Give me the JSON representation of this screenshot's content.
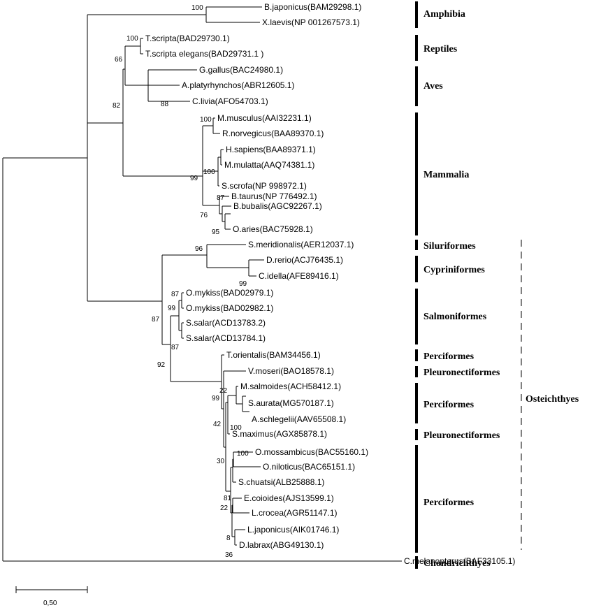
{
  "taxa": [
    {
      "id": "bjap",
      "label": "B.japonicus(BAM29298.1)"
    },
    {
      "id": "xlae",
      "label": "X.laevis(NP 001267573.1)"
    },
    {
      "id": "tscr",
      "label": "T.scripta(BAD29730.1)"
    },
    {
      "id": "tsce",
      "label": "T.scripta elegans(BAD29731.1 )"
    },
    {
      "id": "ggal",
      "label": "G.gallus(BAC24980.1)"
    },
    {
      "id": "apla",
      "label": "A.platyrhynchos(ABR12605.1)"
    },
    {
      "id": "cliv",
      "label": "C.livia(AFO54703.1)"
    },
    {
      "id": "mmus",
      "label": "M.musculus(AAI32231.1)"
    },
    {
      "id": "rnor",
      "label": "R.norvegicus(BAA89370.1)"
    },
    {
      "id": "hsap",
      "label": "H.sapiens(BAA89371.1)"
    },
    {
      "id": "mmul",
      "label": "M.mulatta(AAQ74381.1)"
    },
    {
      "id": "sscr",
      "label": "S.scrofa(NP 998972.1)"
    },
    {
      "id": "btau",
      "label": "B.taurus(NP 776492.1)"
    },
    {
      "id": "bbub",
      "label": "B.bubalis(AGC92267.1)"
    },
    {
      "id": "oari",
      "label": "O.aries(BAC75928.1)"
    },
    {
      "id": "smer",
      "label": "S.meridionalis(AER12037.1)"
    },
    {
      "id": "drer",
      "label": "D.rerio(ACJ76435.1)"
    },
    {
      "id": "cide",
      "label": "C.idella(AFE89416.1)"
    },
    {
      "id": "omy1",
      "label": "O.mykiss(BAD02979.1)"
    },
    {
      "id": "omy2",
      "label": "O.mykiss(BAD02982.1)"
    },
    {
      "id": "ssa1",
      "label": "S.salar(ACD13783.2)"
    },
    {
      "id": "ssa2",
      "label": "S.salar(ACD13784.1)"
    },
    {
      "id": "tori",
      "label": "T.orientalis(BAM34456.1)"
    },
    {
      "id": "vmos",
      "label": "V.moseri(BAO18578.1)"
    },
    {
      "id": "msal",
      "label": "M.salmoides(ACH58412.1)"
    },
    {
      "id": "saur",
      "label": "S.aurata(MG570187.1)"
    },
    {
      "id": "asch",
      "label": "A.schlegelii(AAV65508.1)"
    },
    {
      "id": "smax",
      "label": "S.maximus(AGX85878.1)"
    },
    {
      "id": "omos",
      "label": "O.mossambicus(BAC55160.1)"
    },
    {
      "id": "onil",
      "label": "O.niloticus(BAC65151.1)"
    },
    {
      "id": "schu",
      "label": "S.chuatsi(ALB25888.1)"
    },
    {
      "id": "ecoi",
      "label": "E.coioides(AJS13599.1)"
    },
    {
      "id": "lcro",
      "label": "L.crocea(AGR51147.1)"
    },
    {
      "id": "ljap",
      "label": "L.japonicus(AIK01746.1)"
    },
    {
      "id": "dlab",
      "label": "D.labrax(ABG49130.1)"
    },
    {
      "id": "cmel",
      "label": "C.melanopterus(BAF33105.1)"
    }
  ],
  "bootstrap": {
    "amphibia": "100",
    "tscripta": "100",
    "reptiles_aves": "66",
    "aves_inner": "88",
    "tetrapods_inner": "82",
    "mouse_rat": "100",
    "primates": "100",
    "mammal_inner": "99",
    "bovids": "87",
    "bubalis": "76",
    "ovis": "95",
    "siluriformes": "96",
    "cypriniformes": "99",
    "mykiss": "87",
    "salmonids": "99",
    "salmoniformes": "87",
    "osteichthyes": "87",
    "perciformes_base": "92",
    "perci_a": "99",
    "perci_b": "22",
    "perci_c": "42",
    "perci_d": "100",
    "perci_e": "30",
    "tilapia": "100",
    "perci_f": "81",
    "perci_g": "22",
    "perci_h": "8",
    "perci_i": "36"
  },
  "groups": [
    {
      "id": "amphibia",
      "label": "Amphibia"
    },
    {
      "id": "reptiles",
      "label": "Reptiles"
    },
    {
      "id": "aves",
      "label": "Aves"
    },
    {
      "id": "mammalia",
      "label": "Mammalia"
    },
    {
      "id": "siluriformes",
      "label": "Siluriformes"
    },
    {
      "id": "cypriniformes",
      "label": "Cypriniformes"
    },
    {
      "id": "salmoniformes",
      "label": "Salmoniformes"
    },
    {
      "id": "perciformes1",
      "label": "Perciformes"
    },
    {
      "id": "pleuronectiformes1",
      "label": "Pleuronectiformes"
    },
    {
      "id": "perciformes2",
      "label": "Perciformes"
    },
    {
      "id": "pleuronectiformes2",
      "label": "Pleuronectiformes"
    },
    {
      "id": "perciformes3",
      "label": "Perciformes"
    },
    {
      "id": "chondrichthyes",
      "label": "Chondrichthyes"
    }
  ],
  "superclass": {
    "label": "Osteichthyes"
  },
  "scale_bar": {
    "label": "0,50",
    "value": 0.5
  }
}
